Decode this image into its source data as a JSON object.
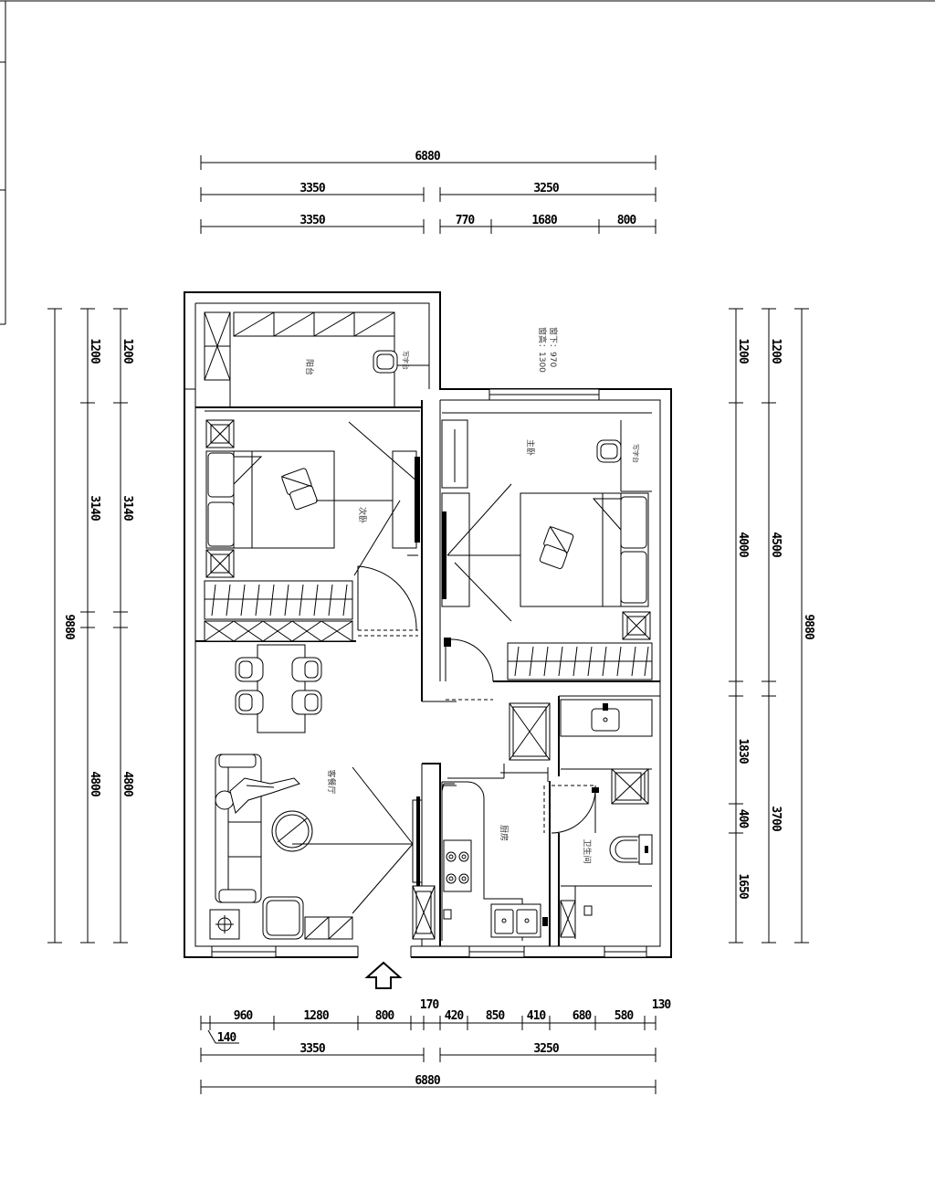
{
  "dimensions": {
    "top_total": "6880",
    "top_mid_left": "3350",
    "top_mid_right": "3250",
    "top_seg1": "3350",
    "top_seg2": "770",
    "top_seg3": "1680",
    "top_seg4": "800",
    "bottom_seg1": "960",
    "bottom_seg2": "1280",
    "bottom_seg3": "800",
    "bottom_seg4": "170",
    "bottom_seg5": "420",
    "bottom_seg6": "850",
    "bottom_seg7": "410",
    "bottom_seg8": "680",
    "bottom_seg9": "580",
    "bottom_seg10": "130",
    "bottom_seg11": "140",
    "bottom_mid_left": "3350",
    "bottom_mid_right": "3250",
    "bottom_total": "6880",
    "left_total": "9880",
    "left_a1": "1200",
    "left_a2": "3140",
    "left_a3": "4800",
    "left_b1": "1200",
    "left_b2": "3140",
    "left_b3": "4800",
    "right_total": "9880",
    "right_a1": "1200",
    "right_a2": "4000",
    "right_a3": "1830",
    "right_a4": "400",
    "right_a5": "1650",
    "right_b1": "1200",
    "right_b2": "4500",
    "right_b3": "3700"
  },
  "rooms": {
    "balcony": "阳台",
    "bedroom_second": "次卧",
    "bedroom_master": "主卧",
    "living_dining": "客餐厅",
    "kitchen": "厨房",
    "bathroom": "卫生间"
  },
  "notes": {
    "window_height": "窗高：1300",
    "window_sill": "窗下：970",
    "desk_label_a": "写字台",
    "desk_label_b": "写字台"
  },
  "entrance_icon": "entrance-arrow-icon"
}
